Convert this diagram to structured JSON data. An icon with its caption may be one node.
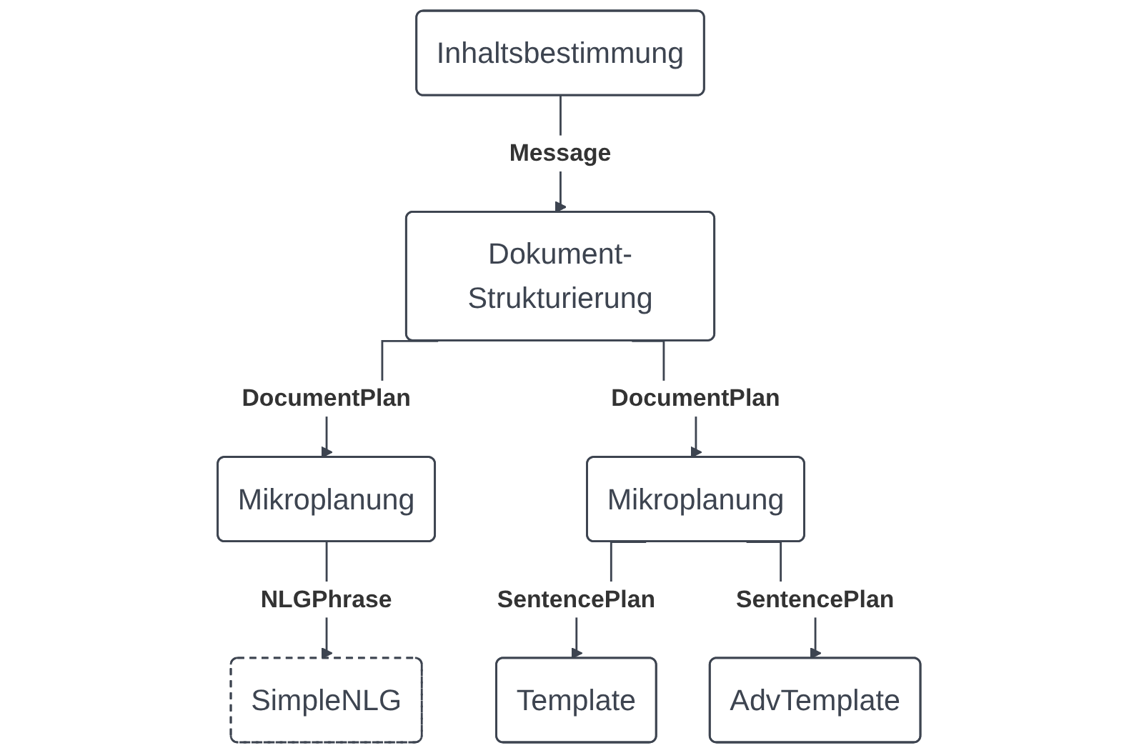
{
  "diagram": {
    "nodes": [
      {
        "text": [
          "Inhaltsbestimmung"
        ]
      },
      {
        "text": [
          "Dokument-Strukturierung"
        ]
      },
      {
        "text": [
          "Mikroplanung"
        ]
      },
      {
        "text": [
          "Mikroplanung"
        ]
      },
      {
        "text": [
          "SimpleNLG"
        ]
      },
      {
        "text": [
          "Template"
        ]
      },
      {
        "text": [
          "AdvTemplate"
        ]
      }
    ],
    "edges": [
      {
        "from": 0,
        "to": 1,
        "arrow": "to",
        "label": "Message"
      },
      {
        "from": 1,
        "to": 2,
        "arrow": "to",
        "label": "DocumentPlan"
      },
      {
        "from": 1,
        "to": 3,
        "arrow": "to",
        "label": "DocumentPlan"
      },
      {
        "from": 2,
        "to": 4,
        "arrow": "to",
        "label": "NLGPhrase"
      },
      {
        "from": 3,
        "to": 5,
        "arrow": "to",
        "label": "SentencePlan"
      },
      {
        "from": 3,
        "to": 6,
        "arrow": "to",
        "label": "SentencePlan"
      }
    ]
  }
}
